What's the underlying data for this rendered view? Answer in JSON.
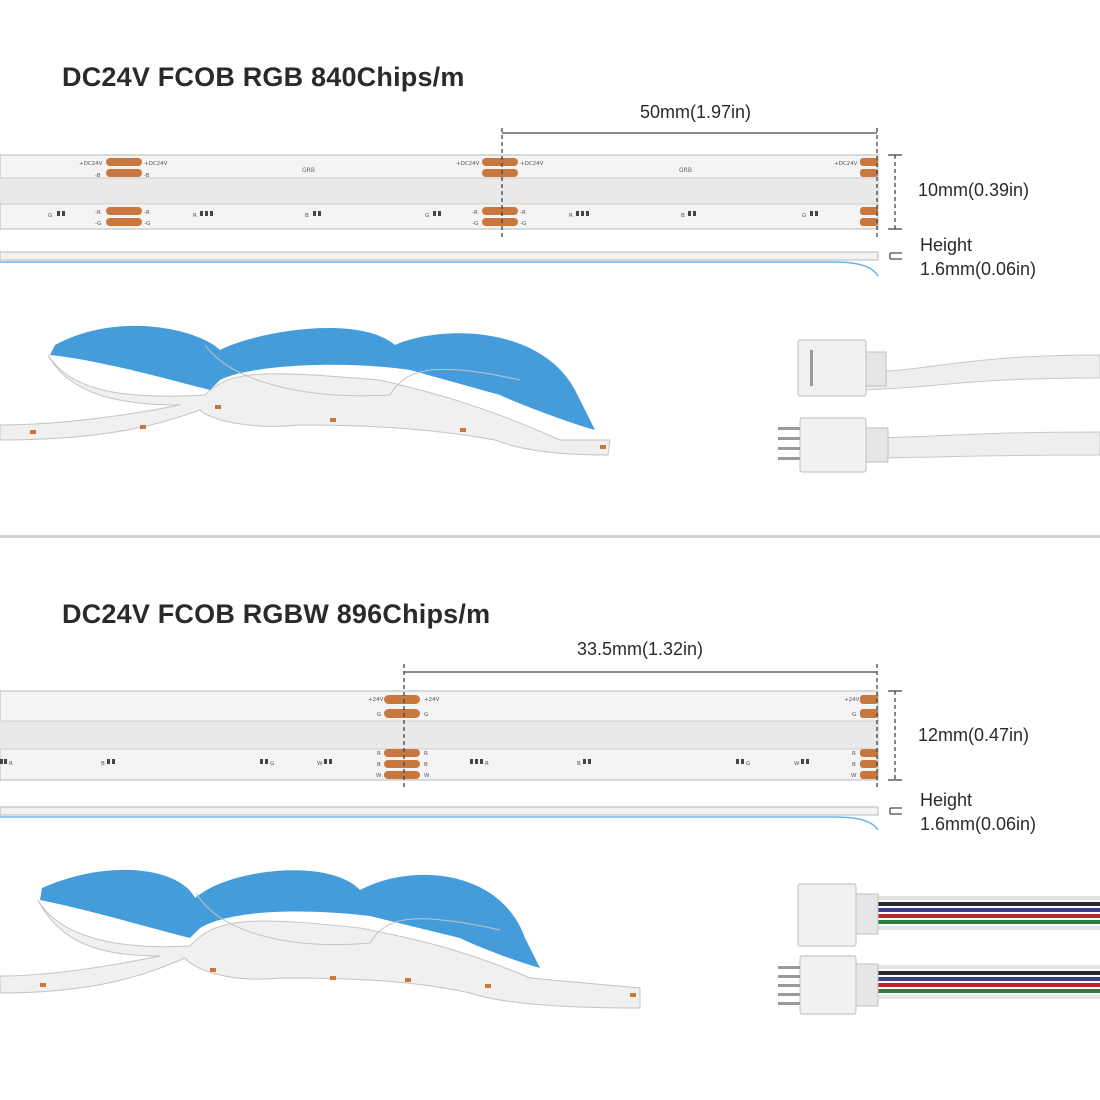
{
  "section1": {
    "title": "DC24V FCOB RGB 840Chips/m",
    "pitch_label": "50mm(1.97in)",
    "width_label": "10mm(0.39in)",
    "height_title": "Height",
    "height_value": "1.6mm(0.06in)",
    "pad_top": [
      "+DC24V",
      "-B"
    ],
    "pad_bottom": [
      "-R",
      "-G"
    ],
    "mid_label": "GRB",
    "chip_letters": [
      "G",
      "R",
      "B"
    ]
  },
  "section2": {
    "title": "DC24V FCOB RGBW 896Chips/m",
    "pitch_label": "33.5mm(1.32in)",
    "width_label": "12mm(0.47in)",
    "height_title": "Height",
    "height_value": "1.6mm(0.06in)",
    "pad_top": [
      "+24V",
      "G"
    ],
    "pad_bottom": [
      "R",
      "B",
      "W"
    ],
    "chip_letters": [
      "B",
      "G",
      "W",
      "R"
    ]
  },
  "colors": {
    "pad": "#c8783e",
    "strip": "#f4f4f4",
    "strip_edge": "#b8b8b8",
    "blue_backing": "#3a98d8",
    "cable": "#eeeeee",
    "wire_colors": [
      "#2a2a2a",
      "#3c3c8a",
      "#b22a2a",
      "#2e7d3a",
      "#e6e6e6"
    ]
  }
}
